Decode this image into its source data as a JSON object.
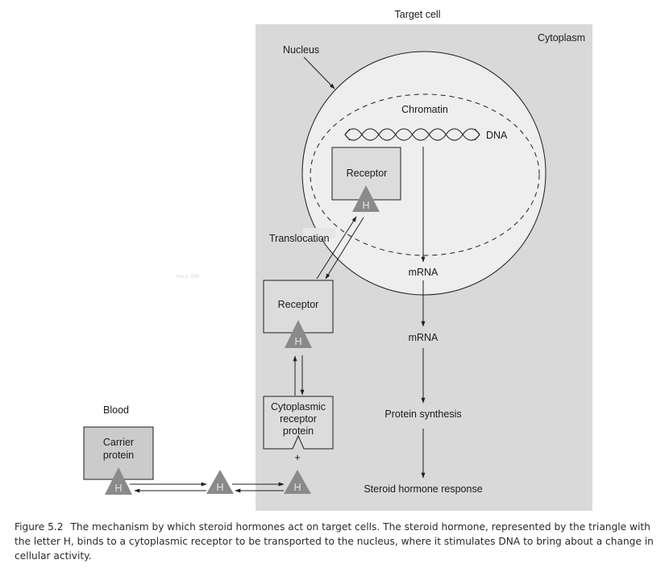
{
  "figure": {
    "labels": {
      "target_cell": "Target cell",
      "cytoplasm": "Cytoplasm",
      "nucleus": "Nucleus",
      "chromatin": "Chromatin",
      "dna": "DNA",
      "receptor_nucleus": "Receptor",
      "translocation": "Translocation",
      "mrna_nucleus": "mRNA",
      "receptor_cytoplasm": "Receptor",
      "mrna_cytoplasm": "mRNA",
      "cytoplasmic_receptor_line1": "Cytoplasmic",
      "cytoplasmic_receptor_line2": "receptor",
      "cytoplasmic_receptor_line3": "protein",
      "plus": "+",
      "protein_synthesis": "Protein synthesis",
      "steroid_response": "Steroid hormone response",
      "blood": "Blood",
      "carrier_line1": "Carrier",
      "carrier_line2": "protein",
      "hormone": "H"
    },
    "colors": {
      "cell_fill": "#d9d9d9",
      "nucleus_fill": "#eeeeee",
      "carrier_fill": "#cbcbcb",
      "hormone_fill": "#8a8a8a",
      "hormone_text": "#e6e6e6",
      "line": "#1e1e1e"
    },
    "caption": {
      "figure_number": "Figure 5.2",
      "text": "The mechanism by which steroid hormones act on target cells. The steroid hormone, represented by the triangle with the letter H, binds to a cytoplasmic receptor to be transported to the nucleus, where it stimulates DNA to bring about a change in cellular activity."
    },
    "margin_note": "See p. 000"
  }
}
